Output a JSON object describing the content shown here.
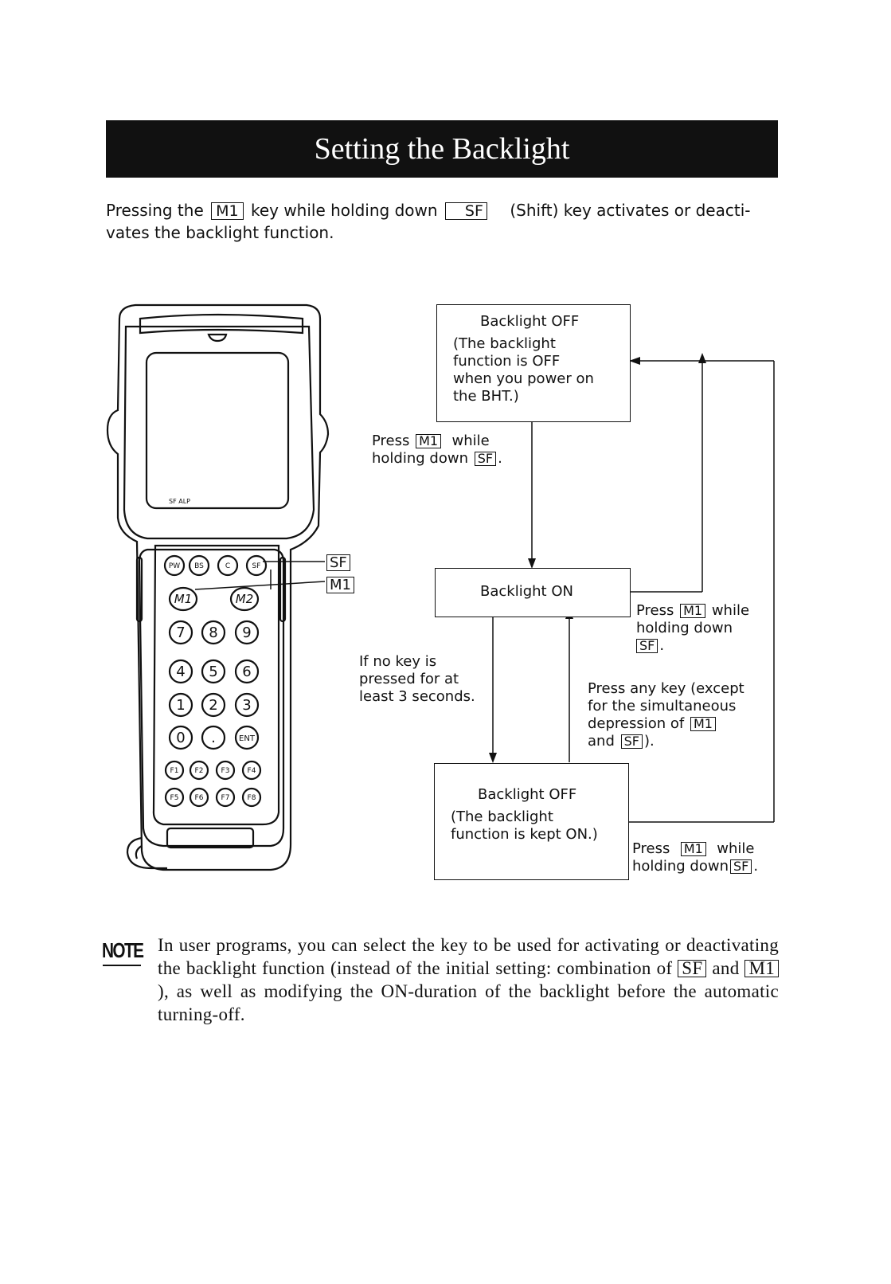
{
  "title": "Setting the Backlight",
  "intro": {
    "p1": "Pressing the",
    "key_m1": "M1",
    "p2": "key while holding down",
    "key_sf": "SF",
    "p3": "(Shift) key activates or deacti-",
    "line2": "vates the backlight function."
  },
  "device": {
    "status_text": "SF ALP",
    "keys_row1": [
      "PW",
      "BS",
      "C",
      "SF"
    ],
    "keys_row2": [
      "M1",
      "M2"
    ],
    "keys_num": [
      [
        "7",
        "8",
        "9"
      ],
      [
        "4",
        "5",
        "6"
      ],
      [
        "1",
        "2",
        "3"
      ],
      [
        "0",
        ".",
        "ENT"
      ]
    ],
    "keys_f": [
      [
        "F1",
        "F2",
        "F3",
        "F4"
      ],
      [
        "F5",
        "F6",
        "F7",
        "F8"
      ]
    ],
    "callout_sf": "SF",
    "callout_m1": "M1"
  },
  "flow": {
    "box1": {
      "heading": "Backlight OFF",
      "body": [
        "(The backlight",
        "function is OFF",
        "when you power on",
        "the BHT.)"
      ]
    },
    "box2": {
      "heading": "Backlight ON"
    },
    "box3": {
      "heading": "Backlight OFF",
      "body": [
        "(The backlight",
        "function is kept ON.)"
      ]
    },
    "label_press1": {
      "press": "Press",
      "m1": "M1",
      "while": "while",
      "holding": "holding down",
      "sf": "SF",
      "end": "."
    },
    "label_press2": {
      "press": "Press",
      "m1": "M1",
      "while": "while",
      "holding": "holding down",
      "sf": "SF",
      "end": "."
    },
    "label_press3": {
      "press": "Press",
      "m1": "M1",
      "while": "while",
      "holding": "holding down",
      "sf": "SF",
      "end": "."
    },
    "label_nokey": [
      "If no key is",
      "pressed for at",
      "least 3 seconds."
    ],
    "label_anykey": {
      "l1": "Press any key (except",
      "l2": "for the simultaneous",
      "l3": "depression of",
      "m1": "M1",
      "l4": "and",
      "sf": "SF",
      "end": ")."
    }
  },
  "note": {
    "icon": "NOTE",
    "t1": "In user programs, you can select the key to be used for activating or deactivating the backlight function (instead of the initial setting: combination of",
    "sf": "SF",
    "and": "and",
    "m1": "M1",
    "t2": "), as well as modifying the ON-duration of the backlight before the automatic turning-off."
  }
}
